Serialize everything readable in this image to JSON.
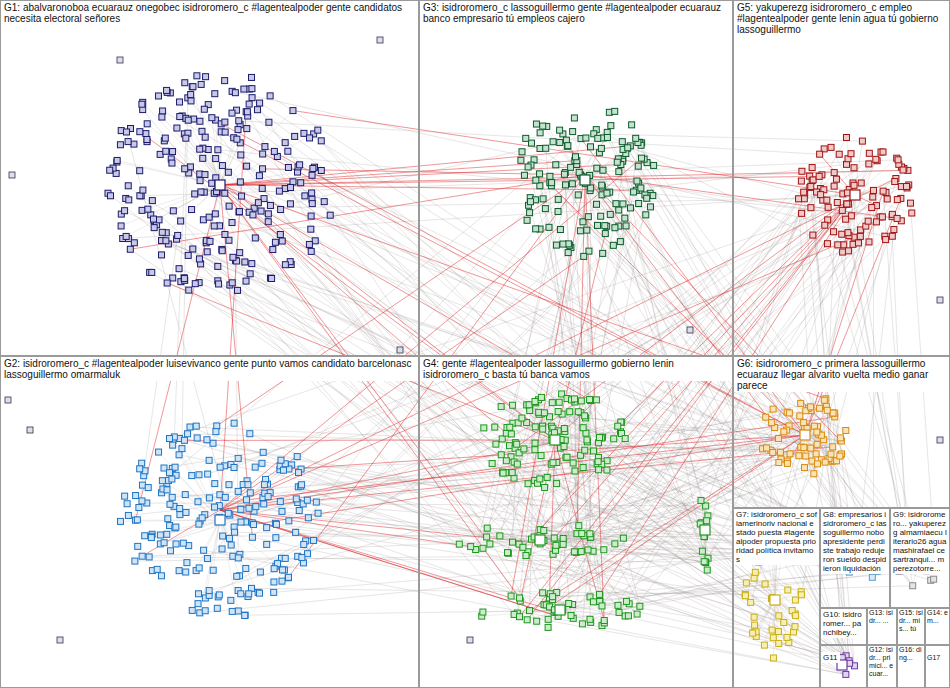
{
  "diagram": {
    "nodes": [
      {
        "text": [
          "G1: abalvaronoboa ecuarauz onegobec isidroromero_c #lagentealpoder gente candidatos necesita electoral señores"
        ]
      },
      {
        "text": [
          "G2: isidroromero_c #lagentealpoder luisevivanco gente punto vamos candidato barcelonasc lassoguillermo omarmaluk"
        ]
      },
      {
        "text": [
          "G3: isidroromero_c lassoguillermo gente #lagentealpoder ecuarauz banco empresario tú empleos cajero"
        ]
      },
      {
        "text": [
          "G4: gente #lagentealpoder lassoguillermo gobierno lenin isidroromero_c basta tú banca vamos"
        ]
      },
      {
        "text": [
          "G5: yakuperezg isidroromero_c empleo #lagentealpoder gente lenin agua tú gobierno lassoguillermo"
        ]
      },
      {
        "text": [
          "G6: isidroromero_c primera lassoguillermo ecuarauz llegar alvarito vuelta medio ganar parece"
        ]
      },
      {
        "text": [
          "G7: isidroromero_c sofiamerinoriv nacional estado puesta #lagentealpoder propuesta prioridad política invitamos"
        ]
      },
      {
        "text": [
          "G8: empresarios isidroromero_c lassoguillermo noboapresidente perdiste trabajo redujeron sueldo despidieron liquidación"
        ]
      },
      {
        "text": [
          "G9: isidroromero... yakuperezg almamiaecu literario26 agua mashirafael cesartranqui... mperezotorre..."
        ]
      },
      {
        "text": [
          "G10: isidroromer... panchibey..."
        ]
      },
      {
        "text": [
          "G11"
        ]
      },
      {
        "text": [
          "G12: isidr... primici... ecuar..."
        ]
      },
      {
        "text": [
          "G13: isidr... ..."
        ]
      },
      {
        "text": [
          "G14: em..."
        ]
      },
      {
        "text": [
          "G15: isidr... mis... tú"
        ]
      },
      {
        "text": [
          "G16: ding..."
        ]
      },
      {
        "text": [
          "G17"
        ]
      }
    ]
  }
}
